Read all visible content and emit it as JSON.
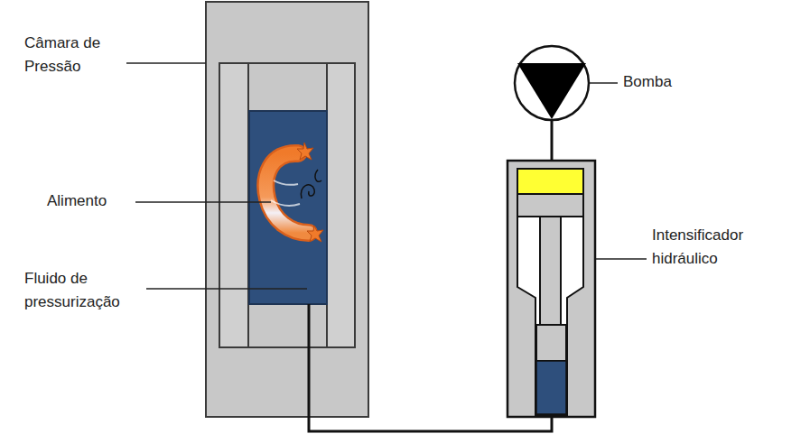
{
  "diagram": {
    "labels": [
      "Câmara de Pressão",
      "Alimento",
      "Fluido de pressurização",
      "Bomba",
      "Intensificador hidráulico"
    ]
  }
}
